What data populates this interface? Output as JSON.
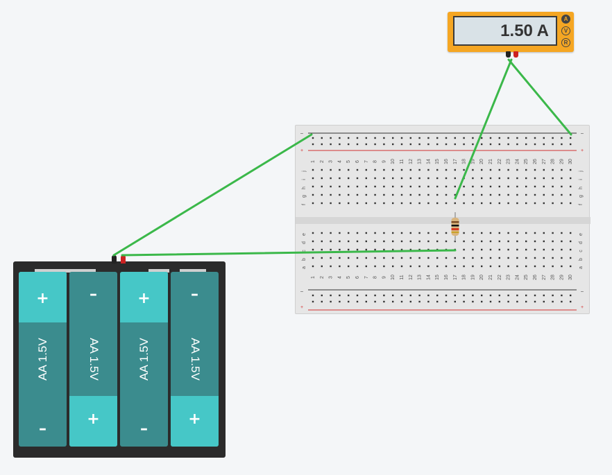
{
  "multimeter": {
    "reading": "1.50 A",
    "modes": [
      {
        "key": "current",
        "symbol": "A",
        "active": true
      },
      {
        "key": "voltage",
        "symbol": "V",
        "active": false
      },
      {
        "key": "resistance",
        "symbol": "R",
        "active": false
      }
    ]
  },
  "breadboard": {
    "rail_minus": "–",
    "rail_plus": "+",
    "columns": [
      "1",
      "2",
      "3",
      "4",
      "5",
      "6",
      "7",
      "8",
      "9",
      "10",
      "11",
      "12",
      "13",
      "14",
      "15",
      "16",
      "17",
      "18",
      "19",
      "20",
      "21",
      "22",
      "23",
      "24",
      "25",
      "26",
      "27",
      "28",
      "29",
      "30"
    ],
    "rows_top": [
      "j",
      "i",
      "h",
      "g",
      "f"
    ],
    "rows_bottom": [
      "e",
      "d",
      "c",
      "b",
      "a"
    ]
  },
  "battery_pack": {
    "cells": [
      {
        "label": "AA 1.5V",
        "top_symbol": "+",
        "bottom_symbol": "–"
      },
      {
        "label": "AA 1.5V",
        "top_symbol": "–",
        "bottom_symbol": "+"
      },
      {
        "label": "AA 1.5V",
        "top_symbol": "+",
        "bottom_symbol": "–"
      },
      {
        "label": "AA 1.5V",
        "top_symbol": "–",
        "bottom_symbol": "+"
      }
    ]
  },
  "colors": {
    "background": "#f4f6f8",
    "wire": "#3bb84a",
    "multimeter_body": "#f5a623",
    "cell_body": "#3b8c8e",
    "cell_end": "#46c7c7",
    "rail_red": "#d33131",
    "probe_black": "#222222",
    "probe_red": "#cc2222"
  }
}
